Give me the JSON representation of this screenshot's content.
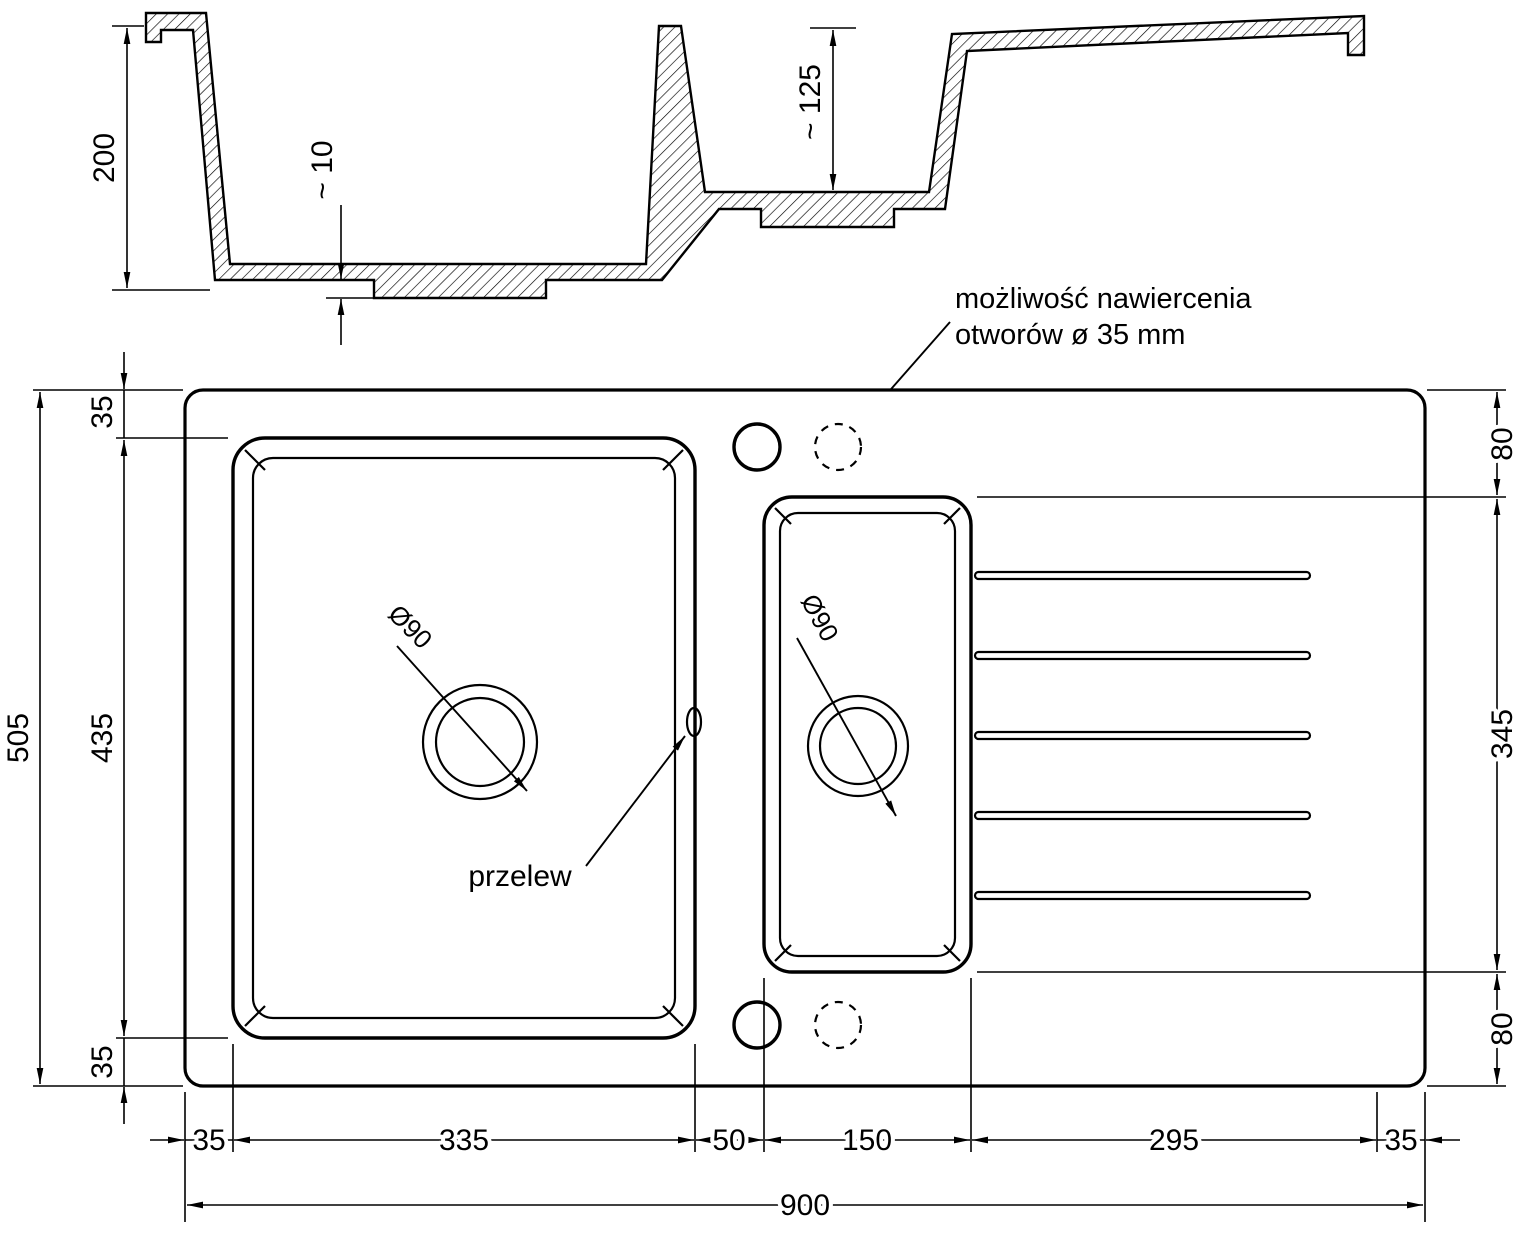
{
  "section": {
    "depth": "200",
    "base_offset": "~ 10",
    "small_bowl_depth": "~ 125"
  },
  "plan": {
    "left": {
      "margin_top": "35",
      "bowl_length": "435",
      "margin_bottom": "35",
      "total": "505"
    },
    "right": {
      "margin_top": "80",
      "drainer_length": "345",
      "margin_bottom": "80"
    },
    "bottom": {
      "seg1": "35",
      "seg2": "335",
      "seg3": "50",
      "seg4": "150",
      "seg5": "295",
      "seg6": "35",
      "total": "900"
    },
    "drain_main": "Ø90",
    "drain_small": "Ø90",
    "overflow": "przelew"
  },
  "annotation": {
    "line1": "możliwość nawiercenia",
    "line2": "otworów ø 35 mm"
  },
  "colors": {
    "line": "#000000",
    "background": "#ffffff"
  }
}
